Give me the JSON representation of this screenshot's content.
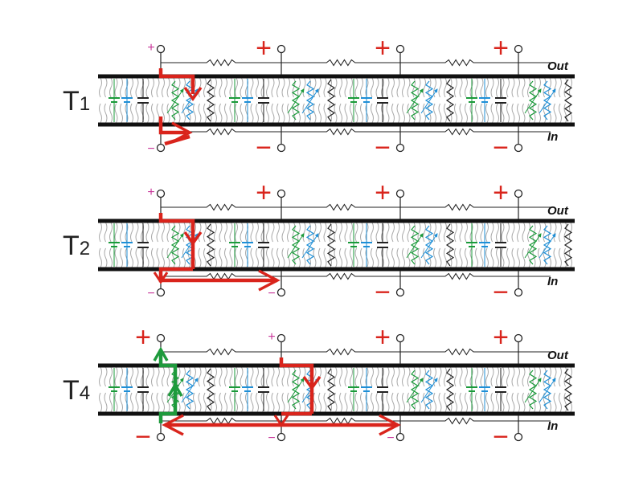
{
  "colors": {
    "background": "#ffffff",
    "membrane_line": "#111111",
    "lipid": "#a9a9a9",
    "wire": "#222222",
    "battery_green": "#1a9a3a",
    "battery_blue": "#1f8fd6",
    "current_red": "#d9241c",
    "current_green": "#1e9a3c",
    "sign_small": "#c8389a",
    "sign_large": "#d9241c"
  },
  "panels": [
    {
      "id": "T1",
      "label": {
        "main": "T",
        "sub": "1"
      },
      "out_label": "Out",
      "in_label": "In",
      "nodes": [
        {
          "top_sign": "+",
          "top_big": false,
          "bottom_sign": "−",
          "bottom_big": false
        },
        {
          "top_sign": "+",
          "top_big": true,
          "bottom_sign": "−",
          "bottom_big": true
        },
        {
          "top_sign": "+",
          "top_big": true,
          "bottom_sign": "−",
          "bottom_big": true
        },
        {
          "top_sign": "+",
          "top_big": true,
          "bottom_sign": "−",
          "bottom_big": true
        }
      ],
      "current_paths": [
        "red-local-loop"
      ]
    },
    {
      "id": "T2",
      "label": {
        "main": "T",
        "sub": "2"
      },
      "out_label": "Out",
      "in_label": "In",
      "nodes": [
        {
          "top_sign": "+",
          "top_big": false,
          "bottom_sign": "−",
          "bottom_big": false
        },
        {
          "top_sign": "+",
          "top_big": true,
          "bottom_sign": "−",
          "bottom_big": false
        },
        {
          "top_sign": "+",
          "top_big": true,
          "bottom_sign": "−",
          "bottom_big": true
        },
        {
          "top_sign": "+",
          "top_big": true,
          "bottom_sign": "−",
          "bottom_big": true
        }
      ],
      "current_paths": [
        "red-spreading"
      ]
    },
    {
      "id": "T4",
      "label": {
        "main": "T",
        "sub": "4"
      },
      "out_label": "Out",
      "in_label": "In",
      "nodes": [
        {
          "top_sign": "+",
          "top_big": true,
          "bottom_sign": "−",
          "bottom_big": true
        },
        {
          "top_sign": "+",
          "top_big": false,
          "bottom_sign": "−",
          "bottom_big": false
        },
        {
          "top_sign": "+",
          "top_big": true,
          "bottom_sign": "−",
          "bottom_big": false
        },
        {
          "top_sign": "+",
          "top_big": true,
          "bottom_sign": "−",
          "bottom_big": true
        }
      ],
      "current_paths": [
        "green-return",
        "red-propagating"
      ]
    }
  ]
}
